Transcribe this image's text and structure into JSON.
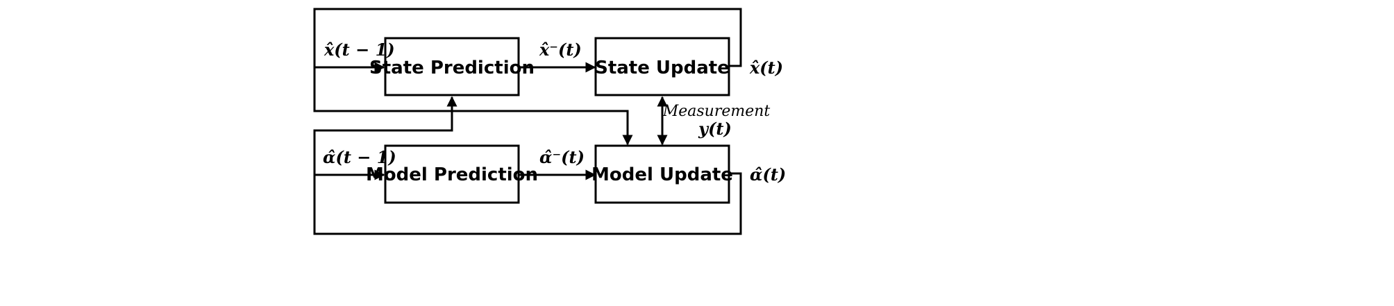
{
  "boxes": {
    "state_prediction": "State Prediction",
    "state_update": "State Update",
    "model_prediction": "Model Prediction",
    "model_update": "Model Update"
  },
  "signals": {
    "x_hat_prev": "x̂(t − 1)",
    "x_hat_minus": "x̂⁻(t)",
    "x_hat": "x̂(t)",
    "alpha_hat_prev": "α̂(t − 1)",
    "alpha_hat_minus": "α̂⁻(t)",
    "alpha_hat": "α̂(t)",
    "measurement_label": "Measurement",
    "measurement_symbol": "y(t)"
  },
  "colors": {
    "stroke": "#000000",
    "background": "#ffffff"
  }
}
